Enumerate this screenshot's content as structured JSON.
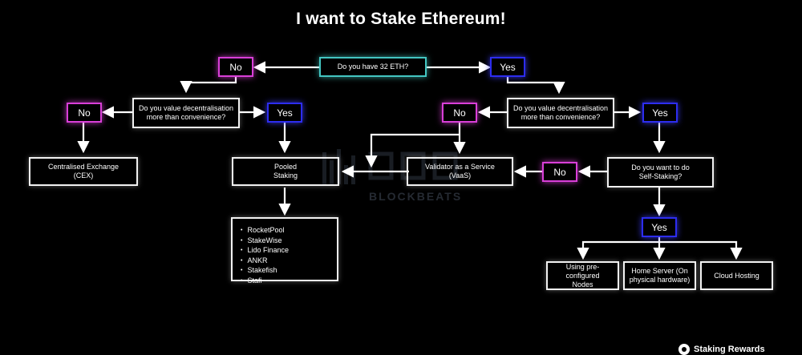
{
  "title": "I want to Stake Ethereum!",
  "questions": {
    "have_32_eth": "Do you have 32 ETH?",
    "decentralisation_left": "Do you value decentralisation\nmore than convenience?",
    "decentralisation_right": "Do you value decentralisation\nmore than convenience?",
    "self_staking": "Do you want to do\nSelf-Staking?"
  },
  "answers": {
    "no": "No",
    "yes": "Yes"
  },
  "outcomes": {
    "cex": "Centralised Exchange\n(CEX)",
    "pooled": "Pooled\nStaking",
    "vaas": "Validator as a Service\n(VaaS)",
    "preconfigured": "Using pre-\nconfigured\nNodes",
    "home_server": "Home Server (On\nphysical hardware)",
    "cloud": "Cloud Hosting"
  },
  "pool_providers": [
    "RocketPool",
    "StakeWise",
    "Lido Finance",
    "ANKR",
    "Stakefish",
    "Stafi"
  ],
  "watermark": "BLOCKBEATS",
  "brand": "Staking Rewards",
  "colors": {
    "no": "#d93fd8",
    "yes": "#2d2df0",
    "start": "#43c6c2",
    "box": "#f2f2f2",
    "background": "#000000"
  }
}
